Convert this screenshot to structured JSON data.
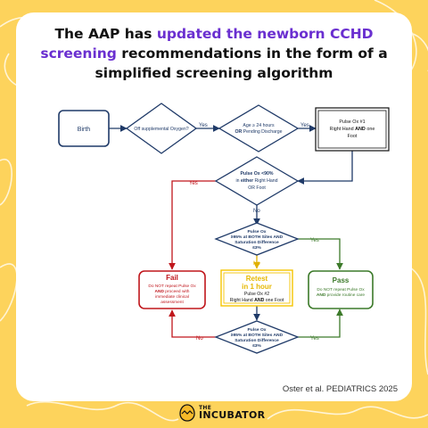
{
  "headline": {
    "prefix": "The AAP has ",
    "highlight": "updated the newborn CCHD screening",
    "suffix": " recommendations in the form of a simplified screening algorithm"
  },
  "flowchart": {
    "birth": "Birth",
    "off_oxygen": "Off supplemental Oxygen?",
    "age_check": {
      "l1": "Age ≥ 24 hours",
      "l2_bold": "OR",
      "l2": " Pending Discharge"
    },
    "pulse_ox_1": {
      "l1": "Pulse Ox #1",
      "l2": "Right Hand ",
      "l2_bold": "AND",
      "l2b": " one",
      "l3": "Foot"
    },
    "below_90": {
      "l1": "Pulse Ox <90%",
      "l2": "in ",
      "l2_bold": "either",
      "l2b": " Right Hand",
      "l3": "OR Foot"
    },
    "check_95_a": {
      "l1": "Pulse Ox",
      "l2": "≥95% at BOTH Sites AND",
      "l3": "Saturation Difference",
      "l4": "≤3%"
    },
    "check_95_b": {
      "l1": "Pulse Ox",
      "l2": "≥95% at BOTH Sites AND",
      "l3": "Saturation Difference",
      "l4": "≤3%"
    },
    "fail": {
      "title": "Fail",
      "l1": "Do NOT repeat Pulse Ox",
      "l2_bold": "AND",
      "l2": " proceed with",
      "l3": "immediate clinical",
      "l4": "assessment"
    },
    "retest": {
      "t1": "Retest",
      "t2": "in 1 hour",
      "l1": "Pulse Ox #2",
      "l2": "Right Hand ",
      "l2_bold": "AND",
      "l2b": " one Foot"
    },
    "pass": {
      "title": "Pass",
      "l1": "Do NOT repeat Pulse Ox",
      "l2_bold": "AND",
      "l2": " provide routine care"
    },
    "labels": {
      "yes": "Yes",
      "no": "No"
    }
  },
  "colors": {
    "background": "#fdd35c",
    "highlight": "#6a2fd0",
    "navy": "#1f3a68",
    "fail": "#c0161c",
    "retest": "#f5c400",
    "pass": "#3c7a2a"
  },
  "citation": "Oster et al. PEDIATRICS 2025",
  "brand": {
    "the": "THE",
    "name": "INCUBATOR"
  }
}
